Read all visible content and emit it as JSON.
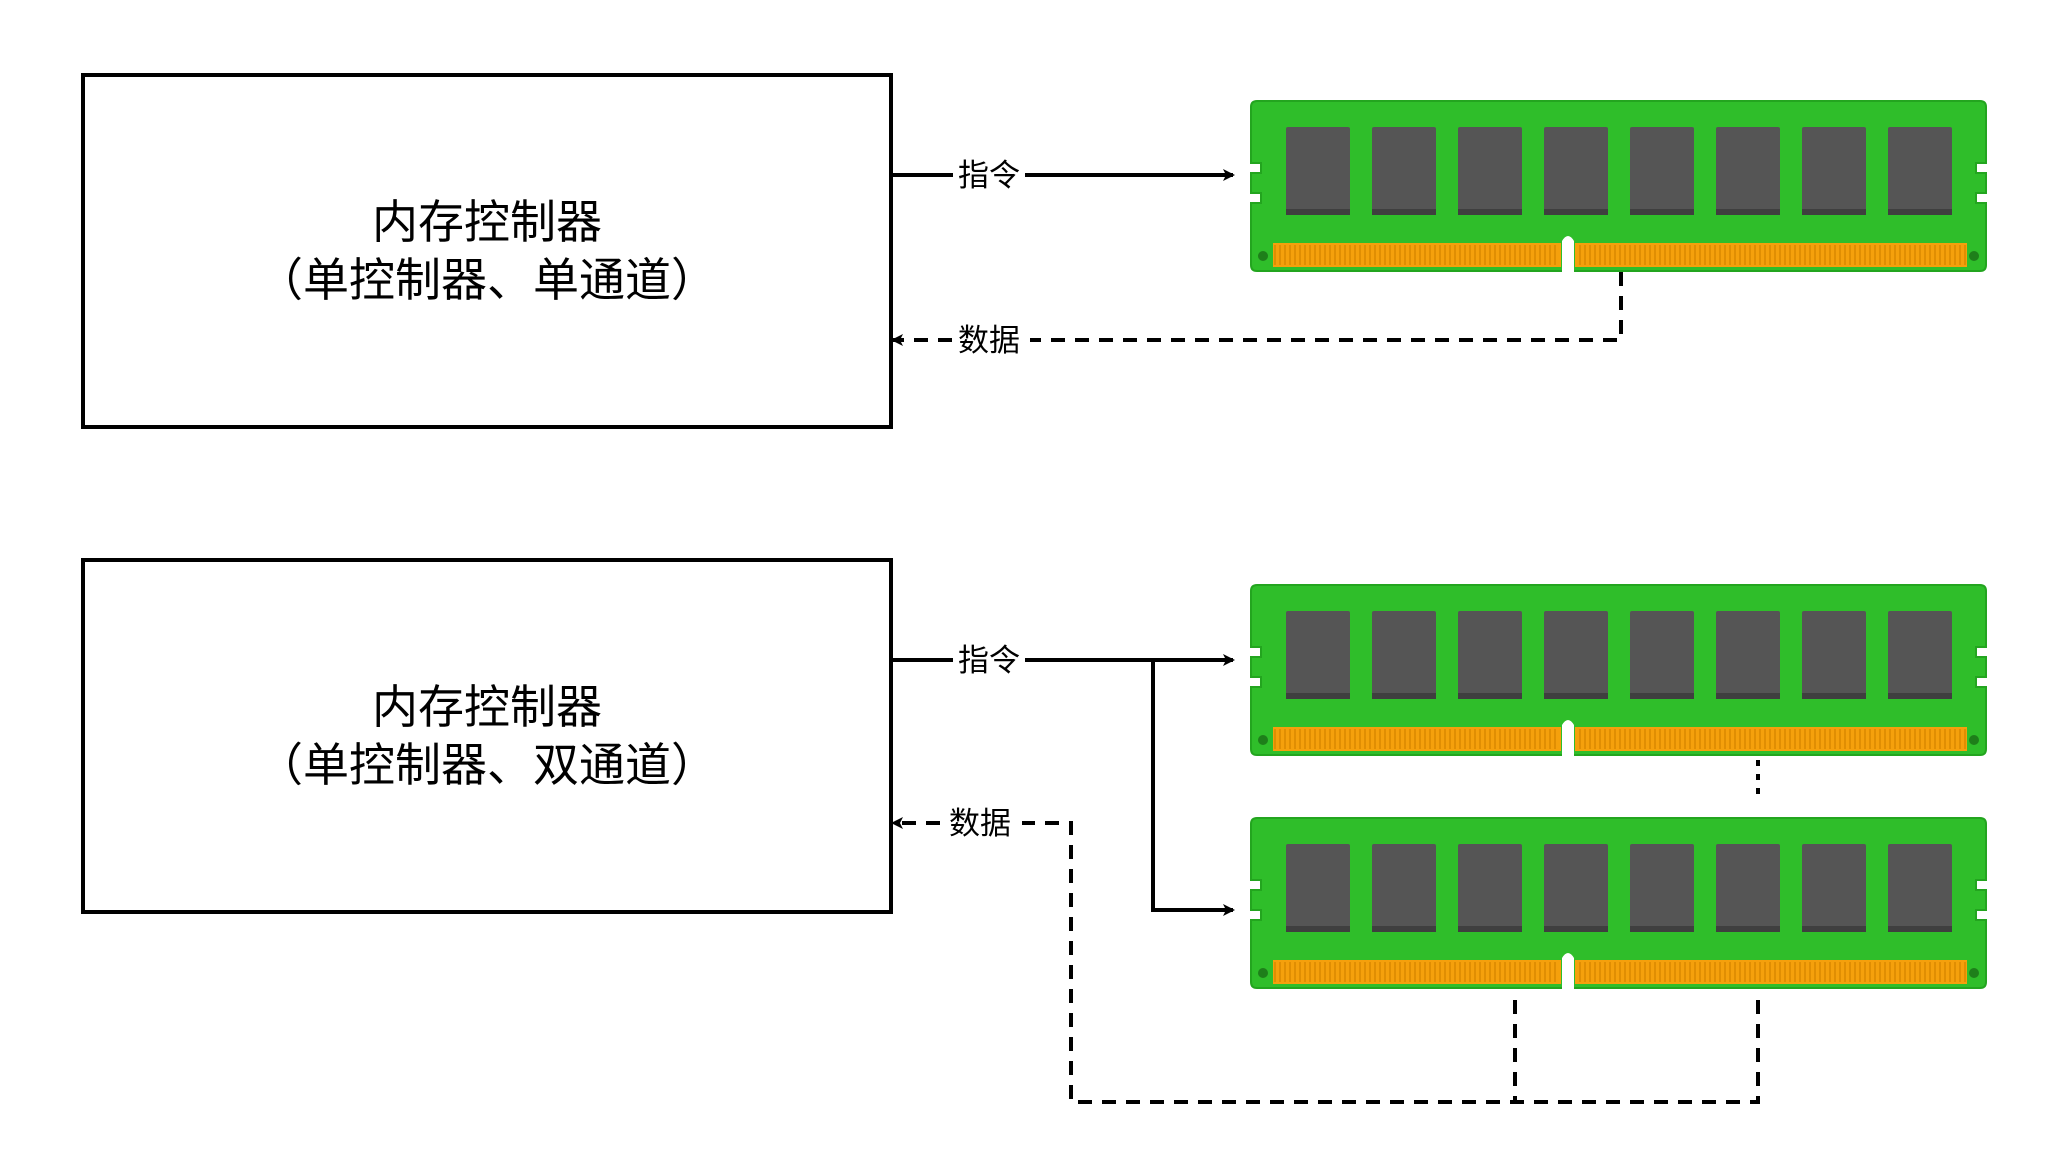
{
  "single_channel": {
    "controller_title": "内存控制器",
    "controller_subtitle": "（单控制器、单通道）",
    "command_label": "指令",
    "data_label": "数据"
  },
  "dual_channel": {
    "controller_title": "内存控制器",
    "controller_subtitle": "（单控制器、双通道）",
    "command_label": "指令",
    "data_label": "数据"
  },
  "colors": {
    "pcb_green": "#2fbe2a",
    "pcb_edge": "#23a51f",
    "chip_gray": "#555555",
    "gold_contact": "#f5a00c",
    "line": "#000000"
  },
  "icons": {
    "memory_module": "ram-stick-icon"
  }
}
